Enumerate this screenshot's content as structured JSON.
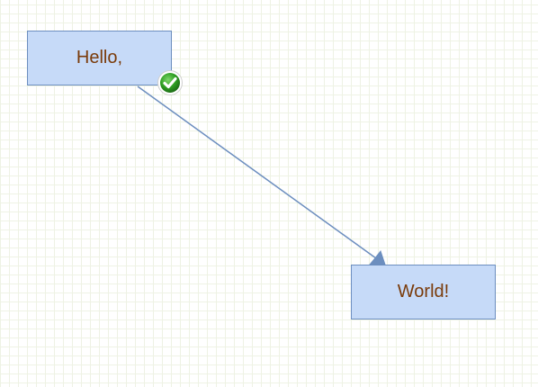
{
  "diagram": {
    "nodes": [
      {
        "id": "hello",
        "label": "Hello,"
      },
      {
        "id": "world",
        "label": "World!"
      }
    ],
    "edges": [
      {
        "from": "hello",
        "to": "world",
        "directed": true
      }
    ],
    "badge": {
      "icon": "check-circle-icon",
      "color": "#2e9e22"
    }
  },
  "colors": {
    "grid": "#eef2e4",
    "node_fill": "#c6daf8",
    "node_stroke": "#6c8ebf",
    "node_text": "#7a3b0a",
    "edge": "#6c8ebf"
  }
}
